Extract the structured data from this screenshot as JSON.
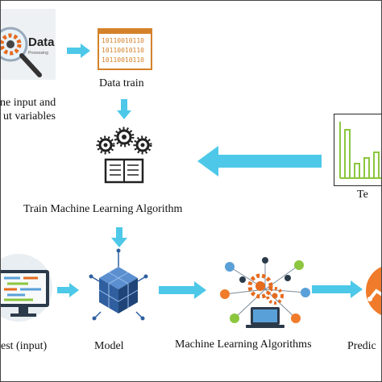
{
  "nodes": {
    "data_processing": {
      "icon_text_big": "Data",
      "icon_text_small": "Processing",
      "label_line1": "ne input and",
      "label_line2": "ut variables"
    },
    "data_train": {
      "label": "Data train",
      "binary": "10110010110"
    },
    "train_algorithm": {
      "label": "Train Machine Learning Algorithm"
    },
    "test_data": {
      "label": "Te"
    },
    "test_input": {
      "label": "est (input)"
    },
    "model": {
      "label": "Model"
    },
    "ml_algorithms": {
      "label": "Machine Learning Algorithms"
    },
    "prediction": {
      "label": "Predic"
    }
  },
  "colors": {
    "arrow": "#4dc8e8",
    "accent_orange": "#f07b2b",
    "binary_orange": "#d4822a",
    "chart_green": "#8cc63f",
    "model_blue": "#2f5f9f",
    "screen_blue": "#5aa0d8"
  },
  "icons": {
    "processing": "magnifier-gear-icon",
    "binary": "binary-code-icon",
    "algorithm": "gears-book-icon",
    "chart": "bar-chart-icon",
    "monitor": "code-monitor-icon",
    "model": "cube-network-icon",
    "network": "gear-network-icon",
    "prediction": "prediction-icon"
  }
}
